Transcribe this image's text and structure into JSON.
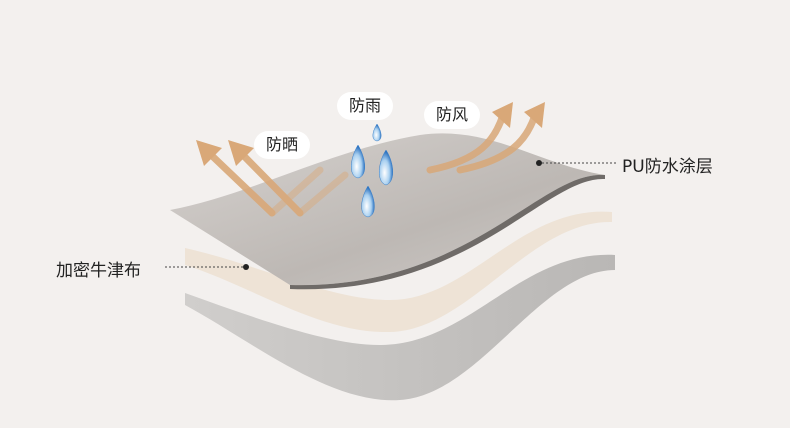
{
  "features": {
    "sun": "防晒",
    "rain": "防雨",
    "wind": "防风"
  },
  "layers": {
    "top": "PU防水涂层",
    "base": "加密牛津布"
  },
  "colors": {
    "background": "#f3f0ee",
    "arrow": "#d9a878",
    "top_layer": "#c9c4c0",
    "middle_layer": "#ede2d4",
    "bottom_layer": "#c4c2c0"
  }
}
